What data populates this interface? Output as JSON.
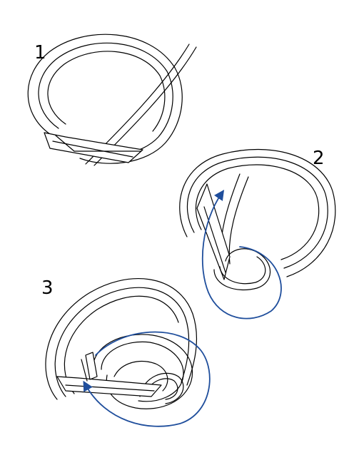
{
  "steps": [
    {
      "number": "1"
    },
    {
      "number": "2"
    },
    {
      "number": "3"
    }
  ],
  "colors": {
    "outline": "#000000",
    "arrow": "#1f4e9c",
    "background": "#ffffff"
  }
}
